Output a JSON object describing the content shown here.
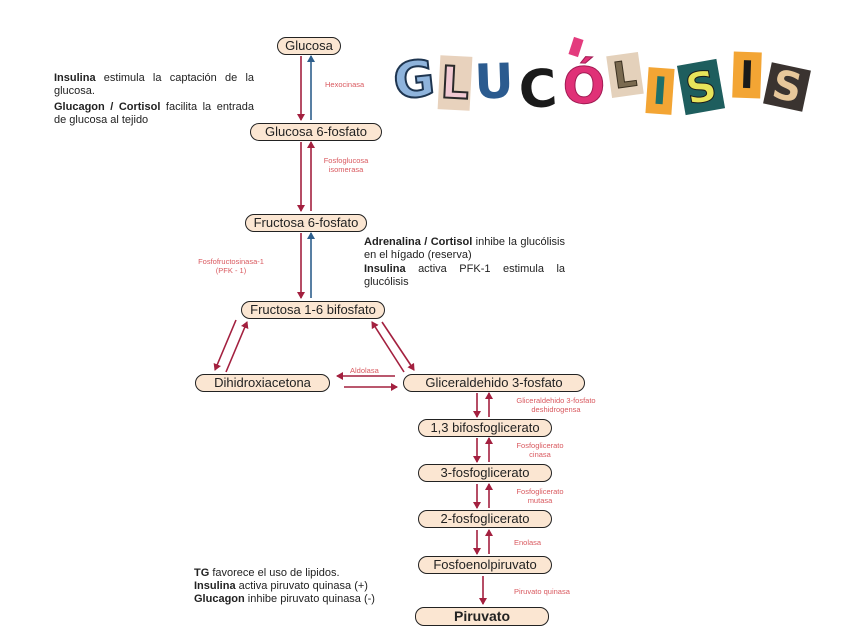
{
  "title": {
    "letters": [
      "G",
      "L",
      "U",
      "C",
      "Ó",
      "L",
      "I",
      "S",
      "I",
      "S"
    ]
  },
  "nodes": {
    "glucosa": "Glucosa",
    "glucosa6f": "Glucosa 6-fosfato",
    "fructosa6f": "Fructosa 6-fosfato",
    "fructosa16": "Fructosa 1-6 bifosfato",
    "dihidroxi": "Dihidroxiacetona",
    "gliceraldehido": "Gliceraldehido 3-fosfato",
    "bifosfoglicerato": "1,3 bifosfoglicerato",
    "tresfosfo": "3-fosfoglicerato",
    "dosfosfo": "2-fosfoglicerato",
    "fosfoenol": "Fosfoenolpiruvato",
    "piruvato": "Piruvato"
  },
  "enzymes": {
    "hexocinasa": "Hexocinasa",
    "fosfoglucosa_1": "Fosfoglucosa",
    "fosfoglucosa_2": "isomerasa",
    "pfk_1": "Fosfofructosinasa-1",
    "pfk_2": "(PFK - 1)",
    "aldolasa": "Aldolasa",
    "gapdh_1": "Gliceraldehido 3-fosfato",
    "gapdh_2": "deshidrogensa",
    "pgk_1": "Fosfoglicerato",
    "pgk_2": "cinasa",
    "pgm_1": "Fosfoglicerato",
    "pgm_2": "mutasa",
    "enolasa": "Enolasa",
    "piruvato_quinasa": "Piruvato quinasa"
  },
  "notes": {
    "n1_bold": "Insulina",
    "n1_text": " estimula la captación de la glucosa.",
    "n2_bold": "Glucagon / Cortisol",
    "n2_text": " facilita la entrada de glucosa al tejido",
    "n3_bold": "Adrenalina / Cortisol",
    "n3_text": " inhibe la glucólisis en el hígado (reserva)",
    "n4_bold": "Insulina",
    "n4_text": " activa PFK-1 estimula la glucólisis",
    "n5_bold": "TG",
    "n5_text": " favorece el uso de lipidos.",
    "n6_bold": "Insulina",
    "n6_text": " activa piruvato quinasa (+)",
    "n7_bold": "Glucagon",
    "n7_text": " inhibe piruvato quinasa (-)"
  },
  "colors": {
    "node_fill": "#fbe6d2",
    "forward_arrow": "#a3203f",
    "reverse_arrow": "#2e5f8c",
    "enzyme_text": "#d9595f"
  }
}
